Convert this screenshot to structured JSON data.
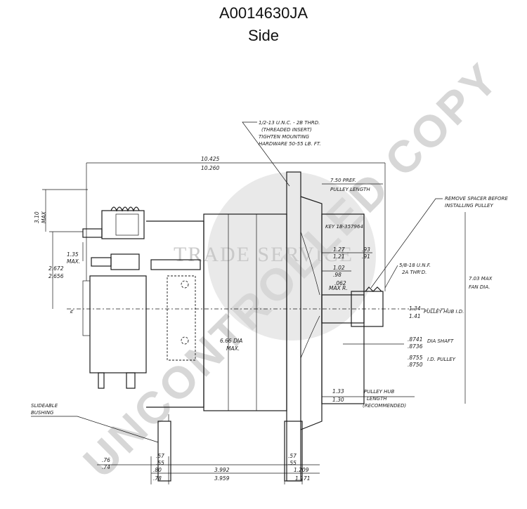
{
  "header": {
    "part_number": "A0014630JA",
    "view": "Side"
  },
  "watermark": {
    "diagonal": "UNCONTROLLED COPY",
    "center": "TRADE SERVICE"
  },
  "callouts": {
    "mount_note_1": "1/2-13 U.N.C. - 2B THRD.",
    "mount_note_2": "(THREADED INSERT)",
    "mount_note_3": "TIGHTEN MOUNTING",
    "mount_note_4": "HARDWARE 50-55 LB. FT.",
    "spacer_note_1": "REMOVE SPACER BEFORE",
    "spacer_note_2": "INSTALLING PULLEY",
    "key_note": "KEY 1B-357964",
    "thread_note_1": "5/8-18 U.N.F.",
    "thread_note_2": "2A THR'D.",
    "pulley_hub_id": "PULLEY HUB I.D.",
    "dia_shaft": "DIA SHAFT",
    "id_pulley": "I.D. PULLEY",
    "hub_length_1": "PULLEY HUB",
    "hub_length_2": "LENGTH",
    "hub_length_3": "(RECOMMENDED)",
    "bushing_1": "SLIDEABLE",
    "bushing_2": "BUSHING",
    "fan_dia_1": "7.03 MAX",
    "fan_dia_2": "FAN DIA.",
    "body_dia_1": "6.66 DIA",
    "body_dia_2": "MAX.",
    "pulley_len_1": "7.50 PREF.",
    "pulley_len_2": "PULLEY LENGTH",
    "centerline": "ȼ"
  },
  "dimensions": {
    "overall_max": "10.425",
    "overall_min": "10.260",
    "left_a": "3.10",
    "left_b": "MAX",
    "left_c": "1.35",
    "left_d": "MAX.",
    "left_e": "2.672",
    "left_f": "2.656",
    "d_127": "1.27",
    "d_121": "1.21",
    "d_93": ".93",
    "d_91": ".91",
    "d_102": "1.02",
    "d_98": ".98",
    "d_062": ".062",
    "d_max_r": "MAX R.",
    "d_134": "1.34",
    "d_141": "1.41",
    "d_8741": ".8741",
    "d_8736": ".8736",
    "d_8755": ".8755",
    "d_8750": ".8750",
    "d_133": "1.33",
    "d_130": "1.30",
    "b_76": ".76",
    "b_74": ".74",
    "b_57a": ".57",
    "b_55a": ".55",
    "b_80": ".80",
    "b_78": ".78",
    "b_3992": "3.992",
    "b_3959": "3.959",
    "b_57b": ".57",
    "b_55b": ".55",
    "b_1209": "1.209",
    "b_1171": "1.171"
  }
}
